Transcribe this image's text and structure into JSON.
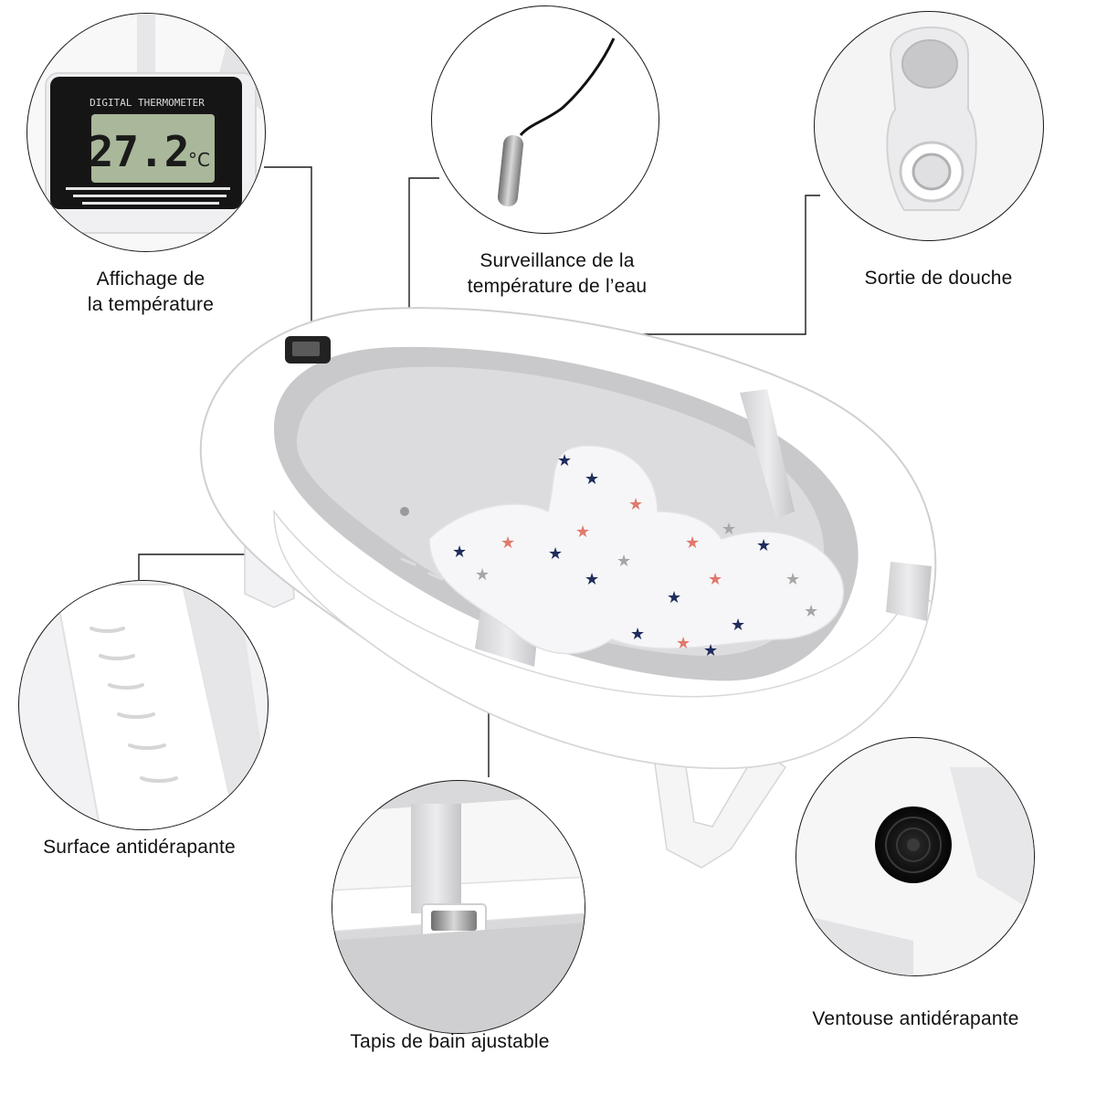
{
  "features": {
    "temperature_display": {
      "line1": "Affichage de",
      "line2": "la température"
    },
    "water_temperature": {
      "line1": "Surveillance de la",
      "line2": "température de l’eau"
    },
    "shower_outlet": {
      "label": "Sortie de douche"
    },
    "non_slip_surface": {
      "label": "Surface antidérapante"
    },
    "adjustable_mat": {
      "label": "Tapis de bain ajustable"
    },
    "suction_cup": {
      "label": "Ventouse antidérapante"
    }
  },
  "thermometer": {
    "reading": "27.2",
    "unit": "°C",
    "model_text": "DIGITAL THERMOMETER"
  },
  "colors": {
    "outline": "#1a1a1a",
    "tub_white": "#ffffff",
    "tub_grey": "#d4d4d6",
    "lcd_green": "#a9b79a",
    "star_navy": "#1f2d5c",
    "star_coral": "#e07a6c",
    "star_grey": "#a6a6a6"
  }
}
